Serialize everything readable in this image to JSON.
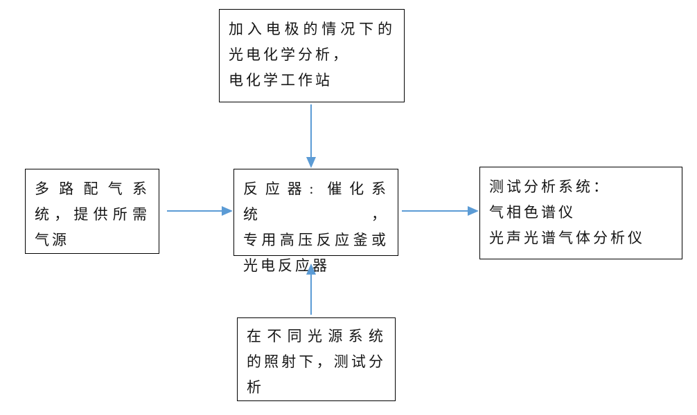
{
  "diagram": {
    "description": "Photo/electro-catalysis test system flowchart",
    "colors": {
      "arrow": "#5b9bd5",
      "box_border": "#000000",
      "box_fill": "#ffffff",
      "text": "#151515"
    },
    "nodes": {
      "electrochemical_workstation": {
        "lines": [
          "加入电极的情况下的",
          "光电化学分析，",
          "电化学工作站"
        ]
      },
      "gas_supply": {
        "lines": [
          "多路配气系",
          "统，提供所需",
          "气源"
        ]
      },
      "reactor": {
        "lines": [
          "反应器: 催化系统，",
          "专用高压反应釜或",
          "光电反应器"
        ]
      },
      "analysis_system": {
        "lines": [
          "测试分析系统：",
          "气相色谱仪",
          "光声光谱气体分析仪"
        ]
      },
      "light_source": {
        "lines": [
          "在不同光源系统",
          "的照射下，测试分",
          "析"
        ]
      }
    },
    "edges": [
      {
        "from": "electrochemical_workstation",
        "to": "reactor",
        "direction": "down"
      },
      {
        "from": "gas_supply",
        "to": "reactor",
        "direction": "right"
      },
      {
        "from": "reactor",
        "to": "analysis_system",
        "direction": "right"
      },
      {
        "from": "light_source",
        "to": "reactor",
        "direction": "up"
      }
    ]
  }
}
